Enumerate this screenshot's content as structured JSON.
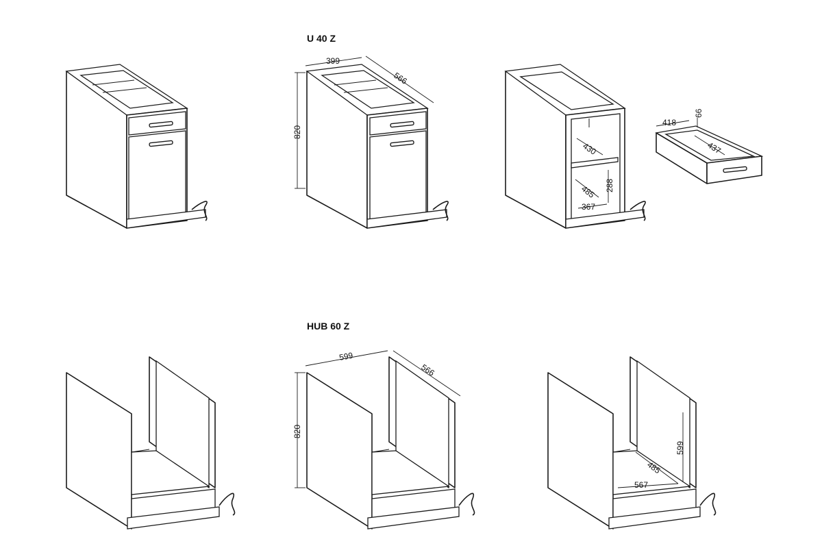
{
  "titles": {
    "top": "U 40 Z",
    "bottom": "HUB 60 Z"
  },
  "top_dimensions": {
    "width": "399",
    "depth": "566",
    "height": "820",
    "shelf_depth": "430",
    "inner_depth": "485",
    "inner_height": "288",
    "inner_width": "367",
    "drawer_width": "418",
    "drawer_height": "66",
    "drawer_depth": "437"
  },
  "bottom_dimensions": {
    "width": "599",
    "depth": "566",
    "height": "820",
    "opening_height": "599",
    "opening_depth": "485",
    "opening_width": "567"
  }
}
